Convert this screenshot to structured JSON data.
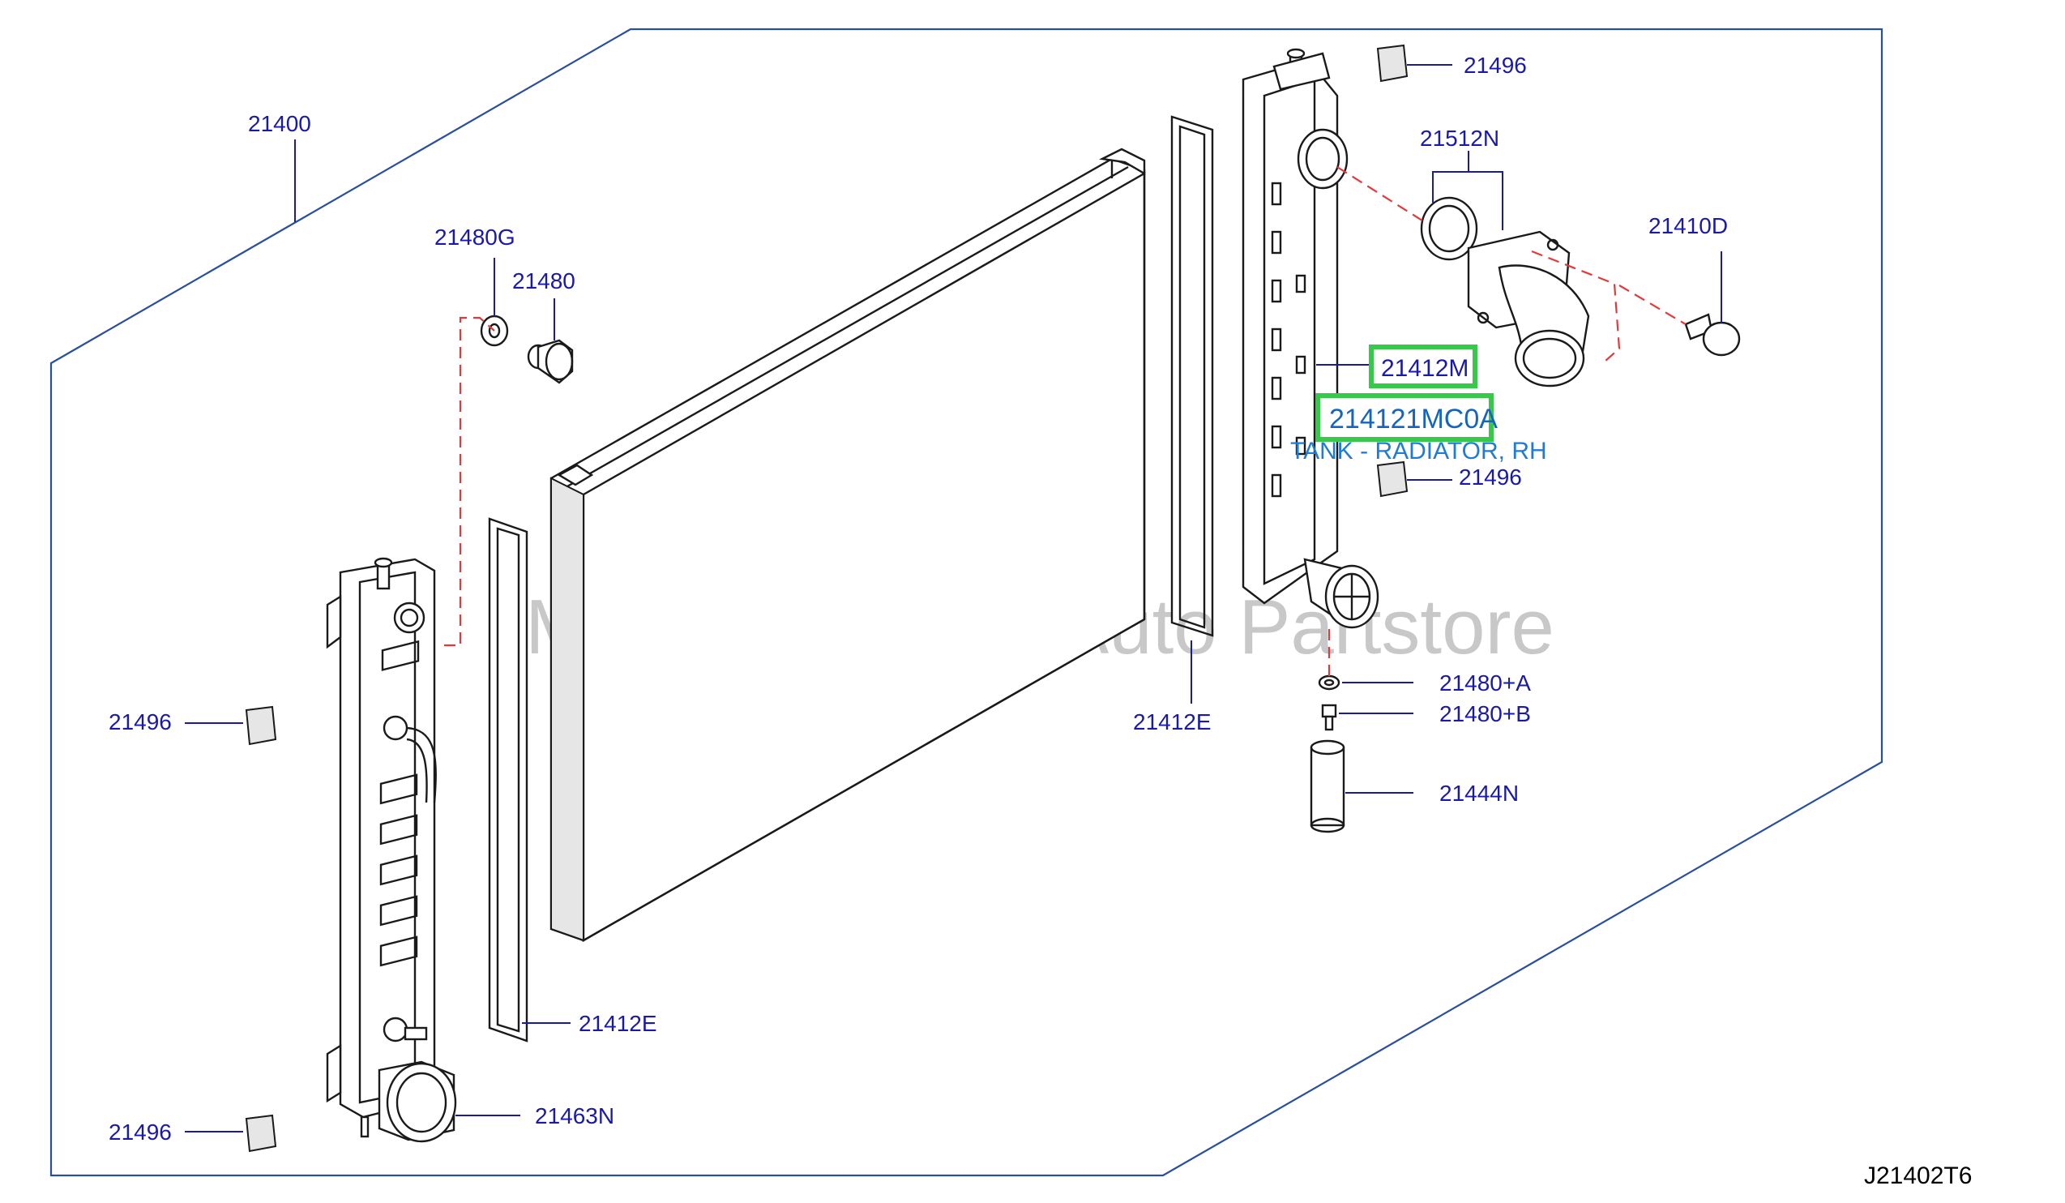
{
  "callouts": {
    "c21400": "21400",
    "c21480G": "21480G",
    "c21480": "21480",
    "c21496_top": "21496",
    "c21512N": "21512N",
    "c21410D": "21410D",
    "c21412M": "21412M",
    "c214121MC0A": "214121MC0A",
    "tank_desc": "TANK - RADIATOR, RH",
    "c21496_mid": "21496",
    "c21496_left": "21496",
    "c21412E_right": "21412E",
    "c21480A": "21480+A",
    "c21480B": "21480+B",
    "c21444N": "21444N",
    "c21412E_left": "21412E",
    "c21463N": "21463N",
    "c21496_bottom": "21496"
  },
  "watermark": "Multi-Merchant Auto Partstore",
  "diagram_ref": "J21402T6",
  "colors": {
    "callout_text": "#1a1aa8",
    "highlight_border": "#39c94a",
    "highlight_text": "#1565c0",
    "description_text": "#1e7bd6",
    "frame_line": "#2a4f9c",
    "dashed_line": "#e23a3a"
  }
}
